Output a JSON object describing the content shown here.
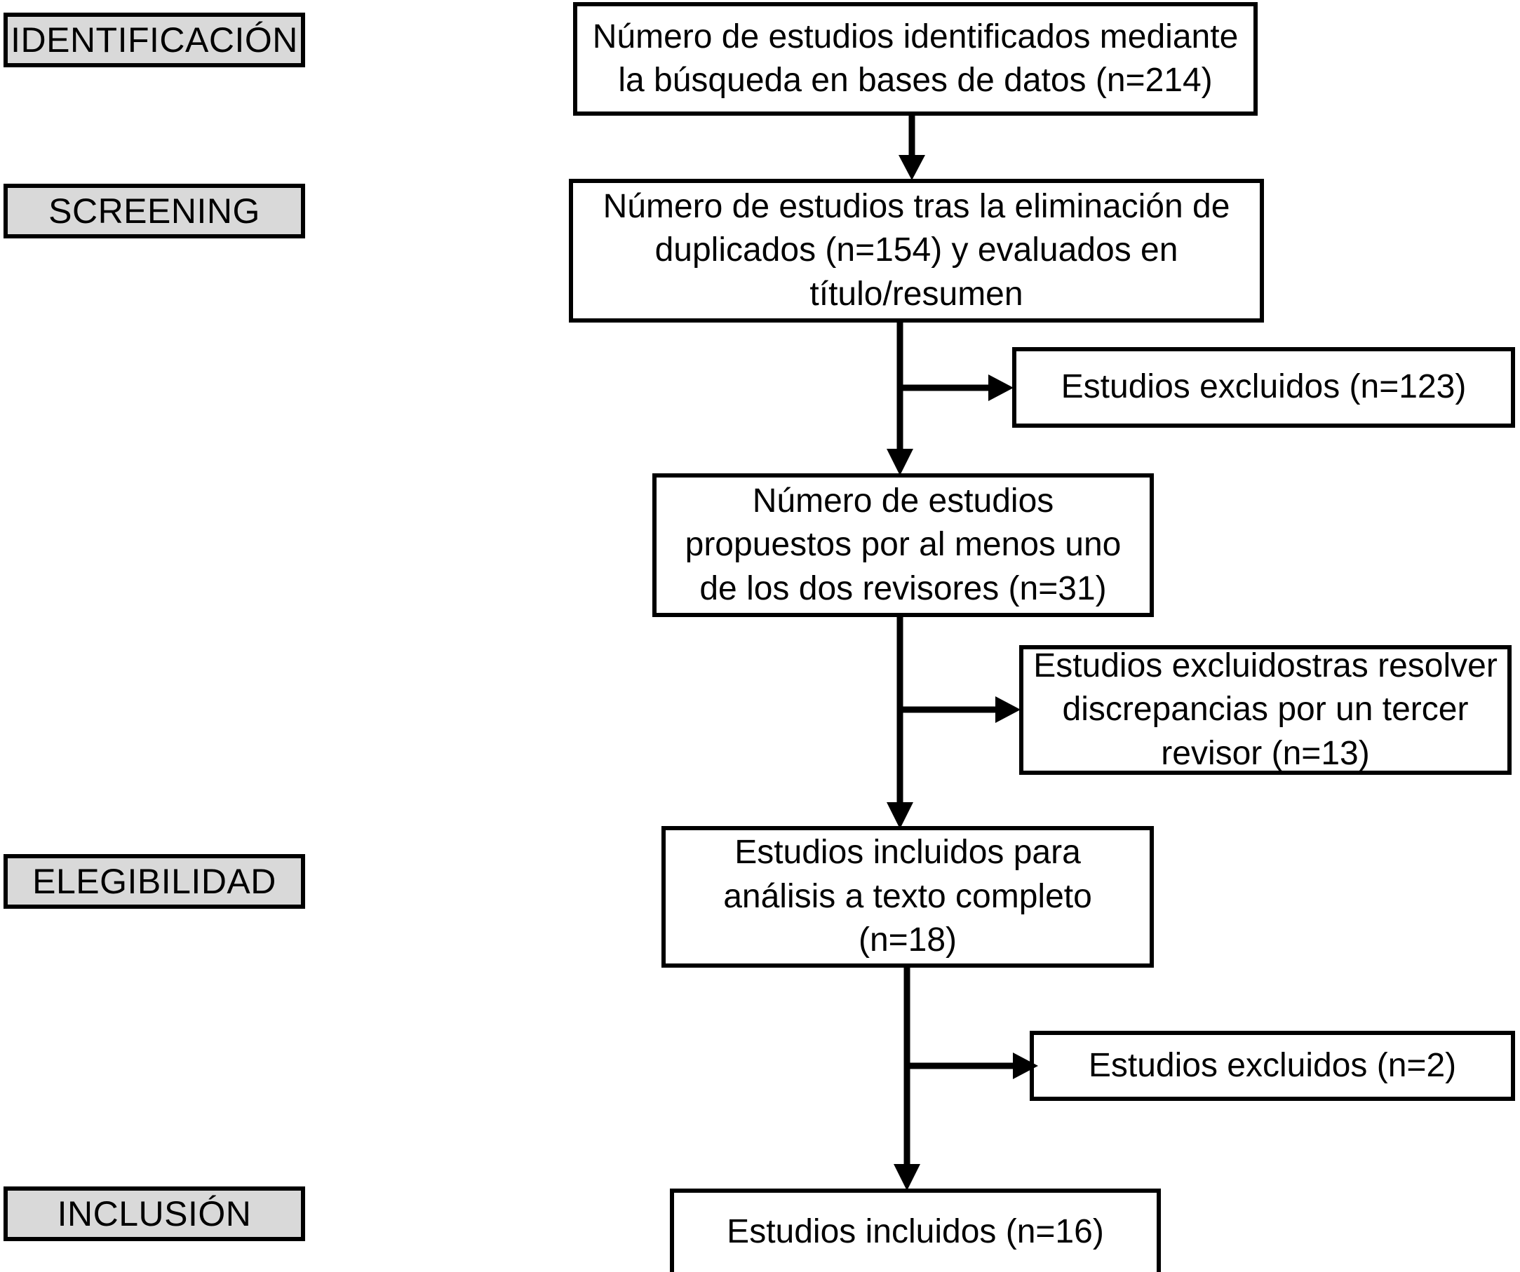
{
  "diagram": {
    "title": "PRISMA flow diagram",
    "language": "es",
    "colors": {
      "stage_label_fill": "#d9d9d9",
      "box_fill": "#ffffff",
      "line": "#000000",
      "text": "#000000"
    }
  },
  "stages": [
    {
      "id": "identificacion",
      "label": "IDENTIFICACIÓN"
    },
    {
      "id": "screening",
      "label": "SCREENING"
    },
    {
      "id": "elegibilidad",
      "label": "ELEGIBILIDAD"
    },
    {
      "id": "inclusion",
      "label": "INCLUSIÓN"
    }
  ],
  "flow_boxes": [
    {
      "id": "identified",
      "text": "Número de estudios identificados mediante la búsqueda en bases de datos (n=214)",
      "n": 214
    },
    {
      "id": "after_duplicates",
      "text": "Número de estudios tras la eliminación de duplicados (n=154) y evaluados en título/resumen",
      "n": 154
    },
    {
      "id": "proposed_by_reviewers",
      "text": "Número de estudios propuestos por al menos uno de los dos revisores (n=31)",
      "n": 31
    },
    {
      "id": "full_text_analysis",
      "text": "Estudios incluidos para análisis a texto completo (n=18)",
      "n": 18
    },
    {
      "id": "included_final",
      "text": "Estudios incluidos (n=16)",
      "n": 16
    }
  ],
  "excluded_boxes": [
    {
      "id": "excluded_screening",
      "text": "Estudios excluidos (n=123)",
      "n": 123
    },
    {
      "id": "excluded_discrepancies",
      "text": "Estudios excluidostras resolver discrepancias por un tercer revisor (n=13)",
      "n": 13
    },
    {
      "id": "excluded_full_text",
      "text": "Estudios excluidos (n=2)",
      "n": 2
    }
  ],
  "connectors": [
    {
      "id": "arrow-identified-to-duplicates",
      "kind": "down-arrow"
    },
    {
      "id": "arrow-duplicates-branch",
      "kind": "down-arrow-with-right-branch"
    },
    {
      "id": "arrow-proposed-branch",
      "kind": "down-arrow-with-right-branch"
    },
    {
      "id": "arrow-fulltext-branch",
      "kind": "down-arrow-with-right-branch"
    }
  ]
}
